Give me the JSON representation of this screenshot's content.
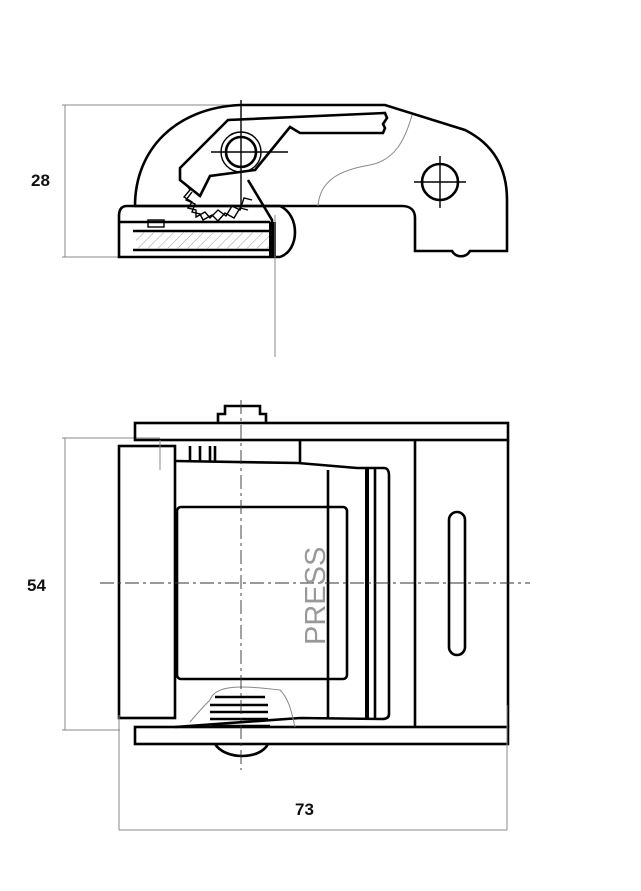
{
  "dimensions": {
    "height_side": "28",
    "width": "54",
    "length": "73"
  },
  "label": "PRESS"
}
